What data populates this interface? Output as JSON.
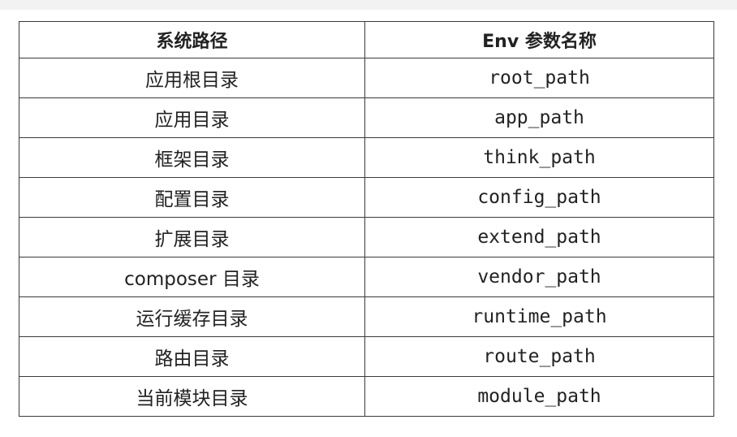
{
  "table": {
    "headers": [
      "系统路径",
      "Env 参数名称"
    ],
    "rows": [
      [
        "应用根目录",
        "root_path"
      ],
      [
        "应用目录",
        "app_path"
      ],
      [
        "框架目录",
        "think_path"
      ],
      [
        "配置目录",
        "config_path"
      ],
      [
        "扩展目录",
        "extend_path"
      ],
      [
        "composer 目录",
        "vendor_path"
      ],
      [
        "运行缓存目录",
        "runtime_path"
      ],
      [
        "路由目录",
        "route_path"
      ],
      [
        "当前模块目录",
        "module_path"
      ]
    ]
  }
}
